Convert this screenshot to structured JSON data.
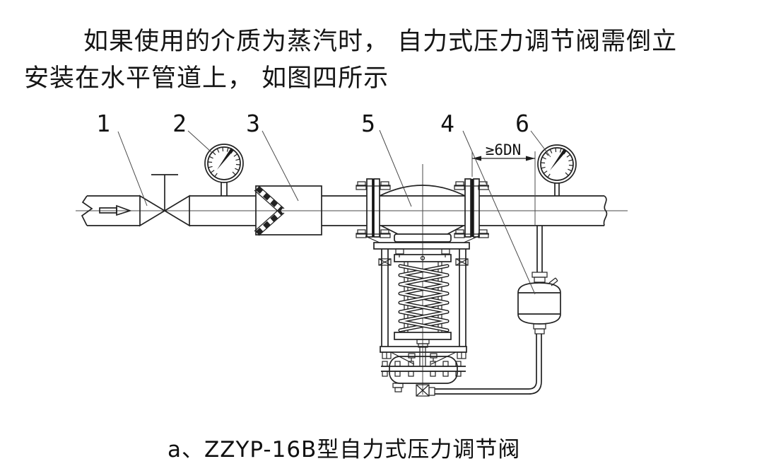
{
  "document": {
    "paragraph_line1": "如果使用的介质为蒸汽时， 自力式压力调节阀需倒立",
    "paragraph_line2": "安装在水平管道上， 如图四所示",
    "figure_caption": "a、ZZYP-16B型自力式压力调节阀"
  },
  "diagram": {
    "label_1": "1",
    "label_2": "2",
    "label_3": "3",
    "label_4": "4",
    "label_5": "5",
    "label_6": "6",
    "dimension_note": "≥6DN"
  }
}
